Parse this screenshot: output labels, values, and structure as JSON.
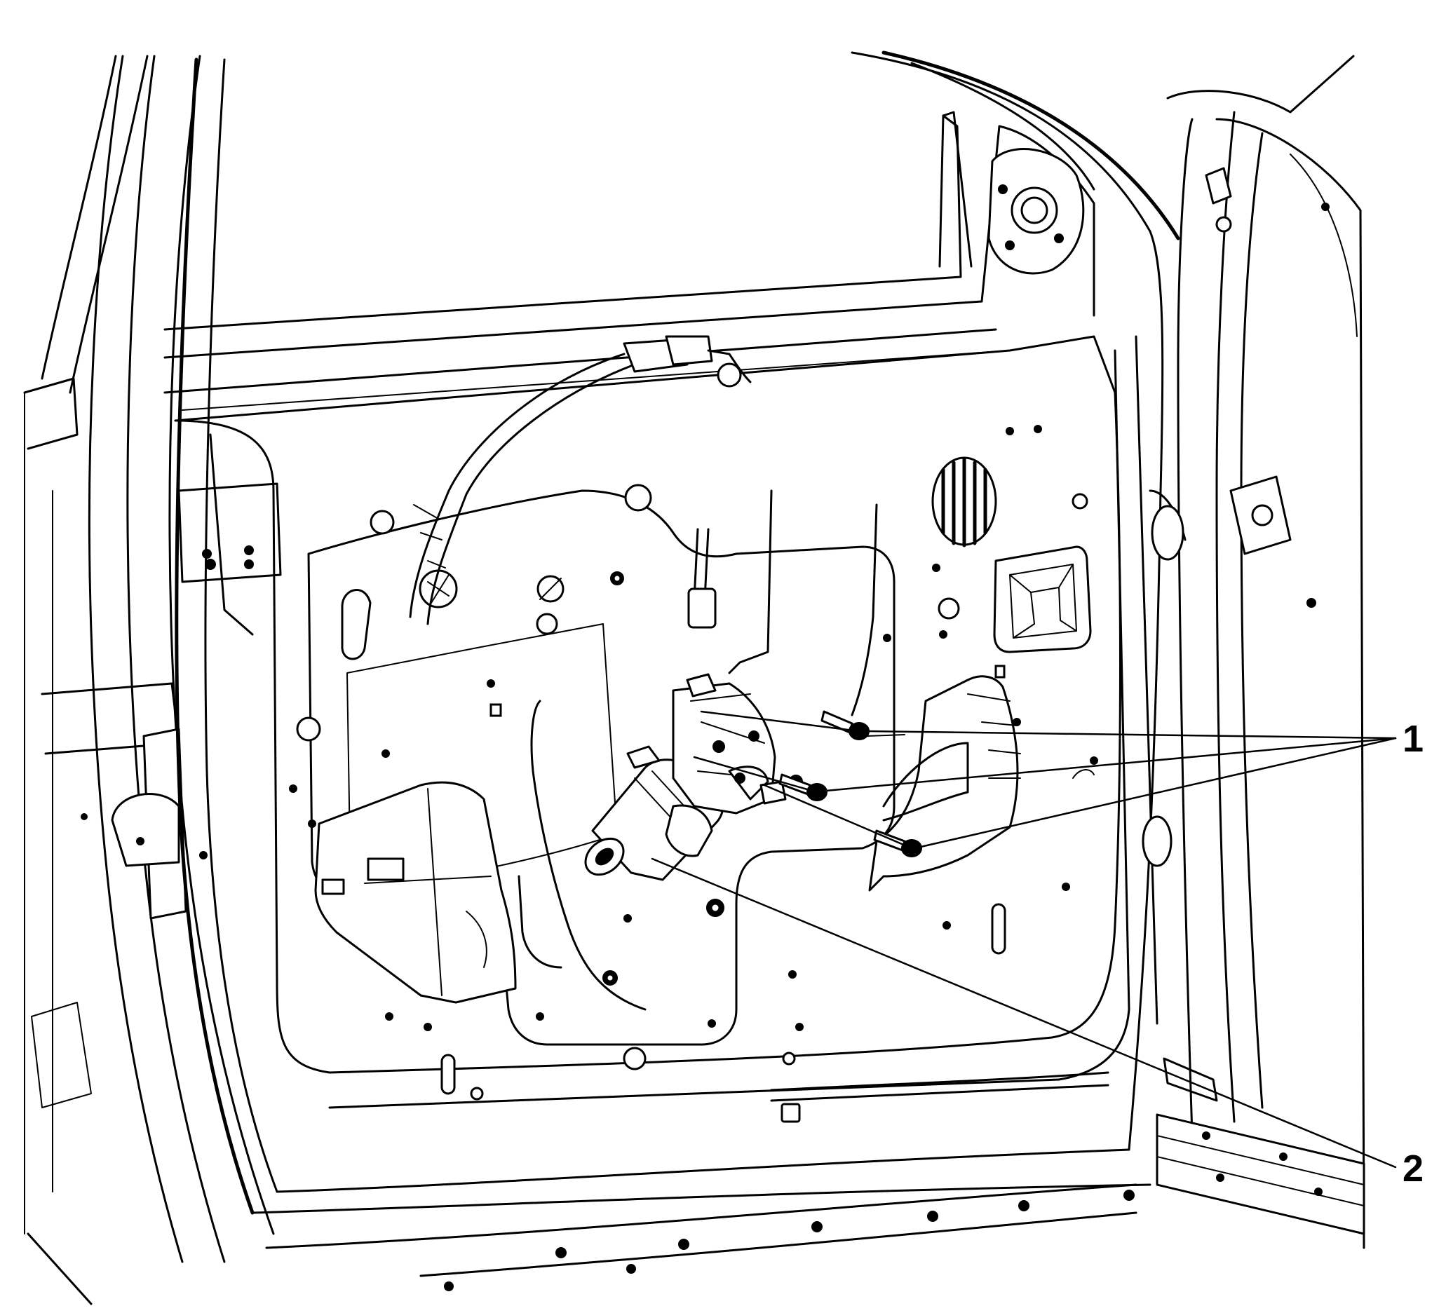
{
  "figure": {
    "background": "#ffffff",
    "line_color": "#000000",
    "callouts": [
      {
        "id": "1",
        "label": "1"
      },
      {
        "id": "2",
        "label": "2"
      }
    ]
  }
}
